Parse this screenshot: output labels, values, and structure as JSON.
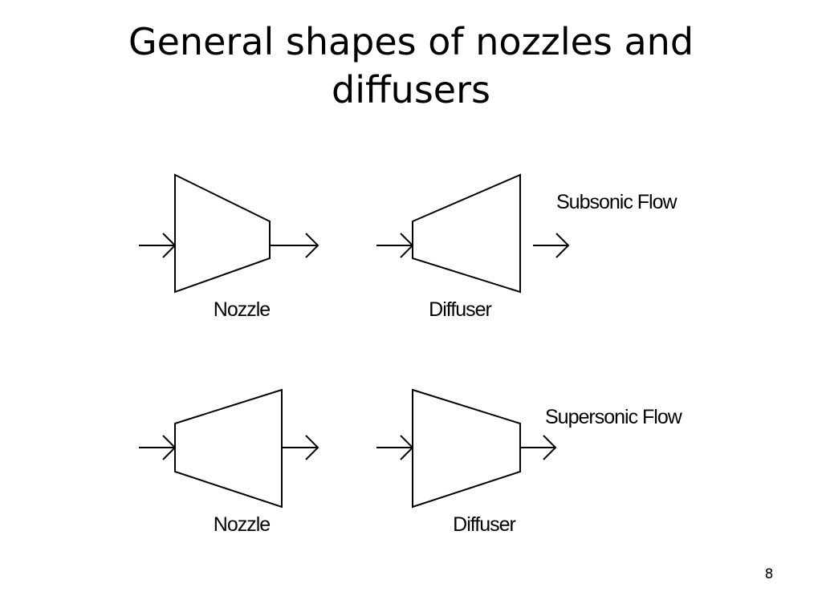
{
  "slide": {
    "title_line1": "General shapes of nozzles and",
    "title_line2": "diffusers",
    "page_number": "8"
  },
  "subsonic": {
    "flow_label": "Subsonic Flow",
    "nozzle_label": "Nozzle",
    "diffuser_label": "Diffuser"
  },
  "supersonic": {
    "flow_label": "Supersonic Flow",
    "nozzle_label": "Nozzle",
    "diffuser_label": "Diffuser"
  }
}
